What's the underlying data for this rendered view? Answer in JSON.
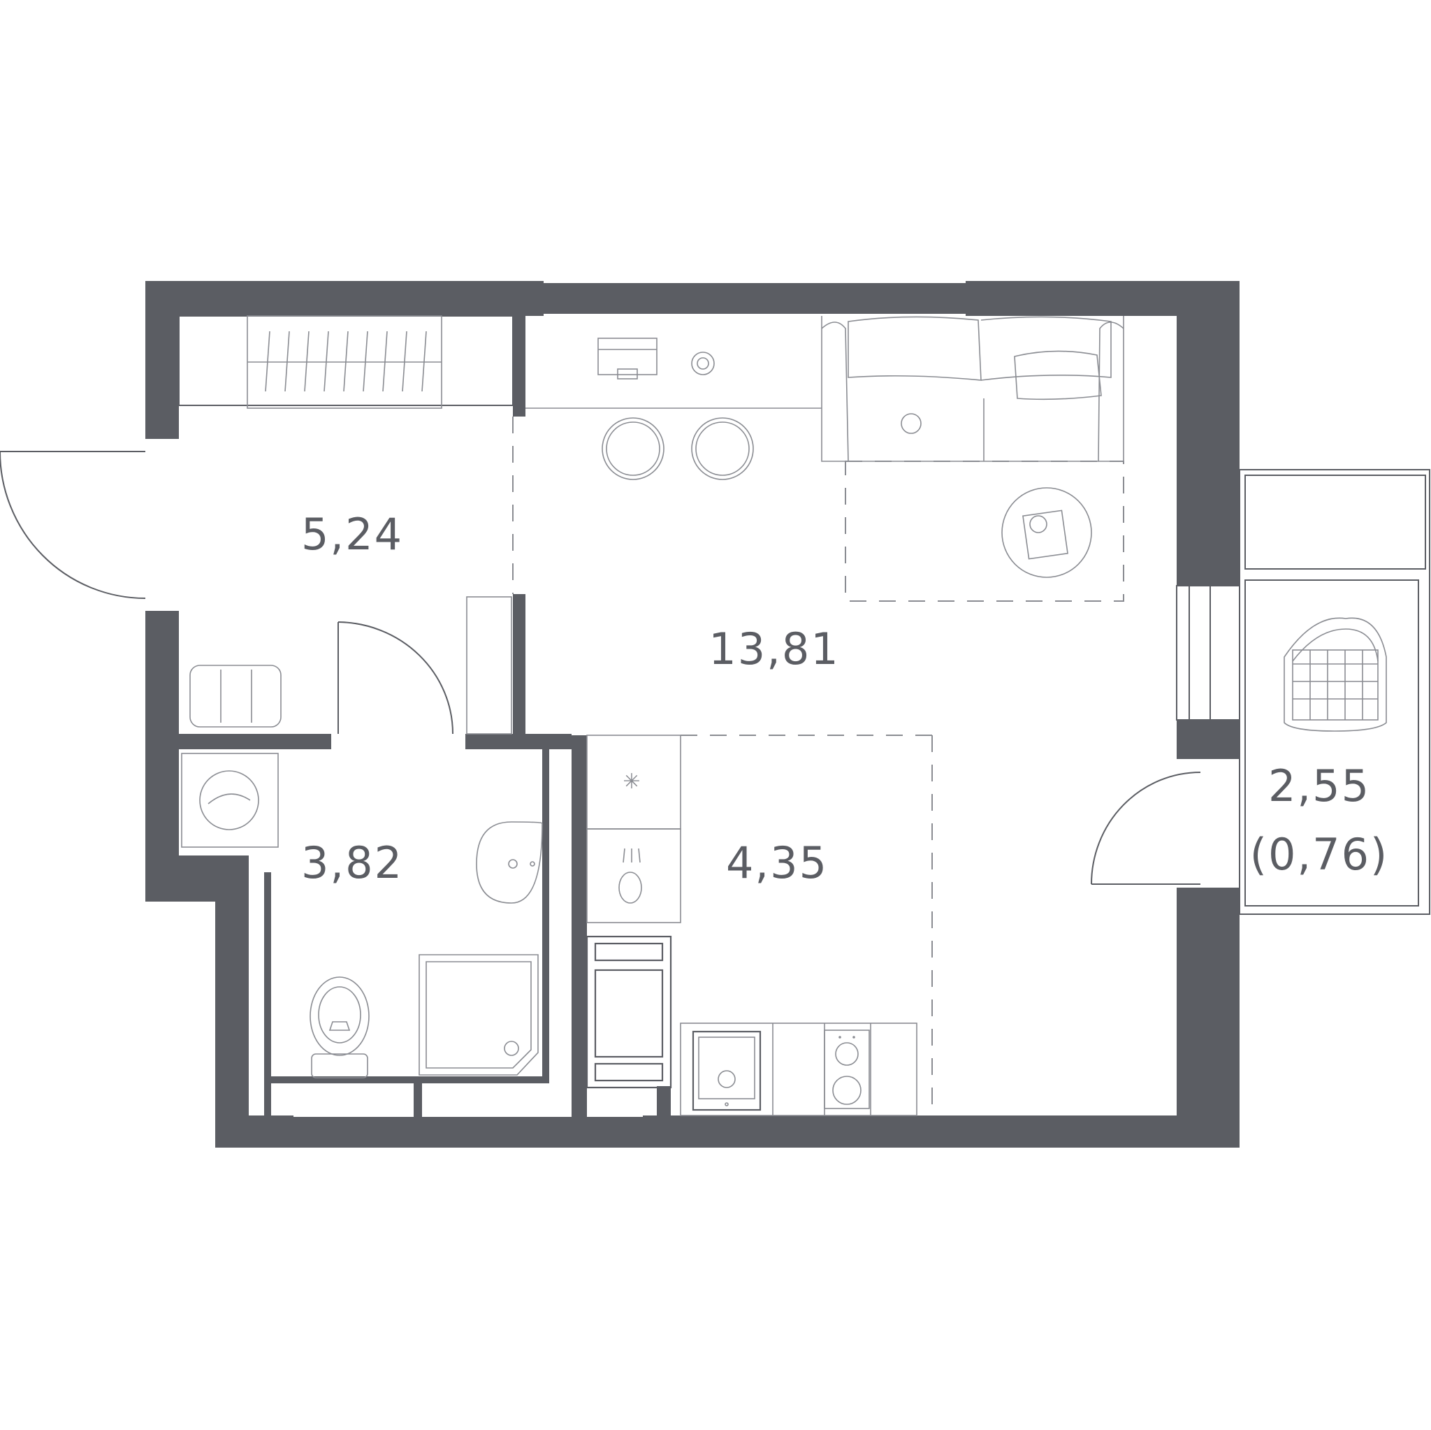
{
  "rooms": {
    "hallway": {
      "area": "5,24"
    },
    "living": {
      "area": "13,81"
    },
    "bathroom": {
      "area": "3,82"
    },
    "kitchen": {
      "area": "4,35"
    },
    "balcony": {
      "area": "2,55",
      "reduced_area": "(0,76)"
    }
  },
  "colors": {
    "wall": "#5b5d63",
    "furniture": "#8a8c92",
    "background": "#ffffff"
  }
}
